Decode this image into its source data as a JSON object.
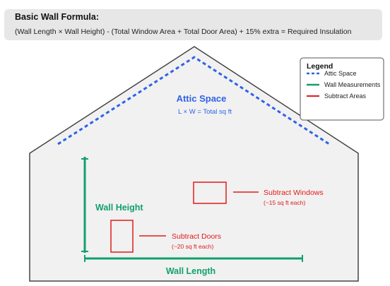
{
  "formula": {
    "title": "Basic Wall Formula:",
    "text": "(Wall Length × Wall Height) - (Total Window Area + Total Door Area) + 15% extra = Required Insulation"
  },
  "attic": {
    "title": "Attic Space",
    "formula": "L × W = Total sq ft"
  },
  "wall": {
    "height_label": "Wall Height",
    "length_label": "Wall Length"
  },
  "windows": {
    "label": "Subtract Windows",
    "note": "(~15 sq ft each)"
  },
  "doors": {
    "label": "Subtract Doors",
    "note": "(~20 sq ft each)"
  },
  "legend": {
    "title": "Legend",
    "items": [
      {
        "label": "Attic Space",
        "style": "dashed",
        "color": "#2f62e8"
      },
      {
        "label": "Wall Measurements",
        "style": "solid",
        "color": "#12a06c"
      },
      {
        "label": "Subtract Areas",
        "style": "solid",
        "color": "#e21a1a"
      }
    ]
  },
  "colors": {
    "attic": "#2f62e8",
    "measure": "#12a06c",
    "subtract": "#e21a1a",
    "house_fill": "#f1f1f1",
    "outline": "#444444"
  }
}
